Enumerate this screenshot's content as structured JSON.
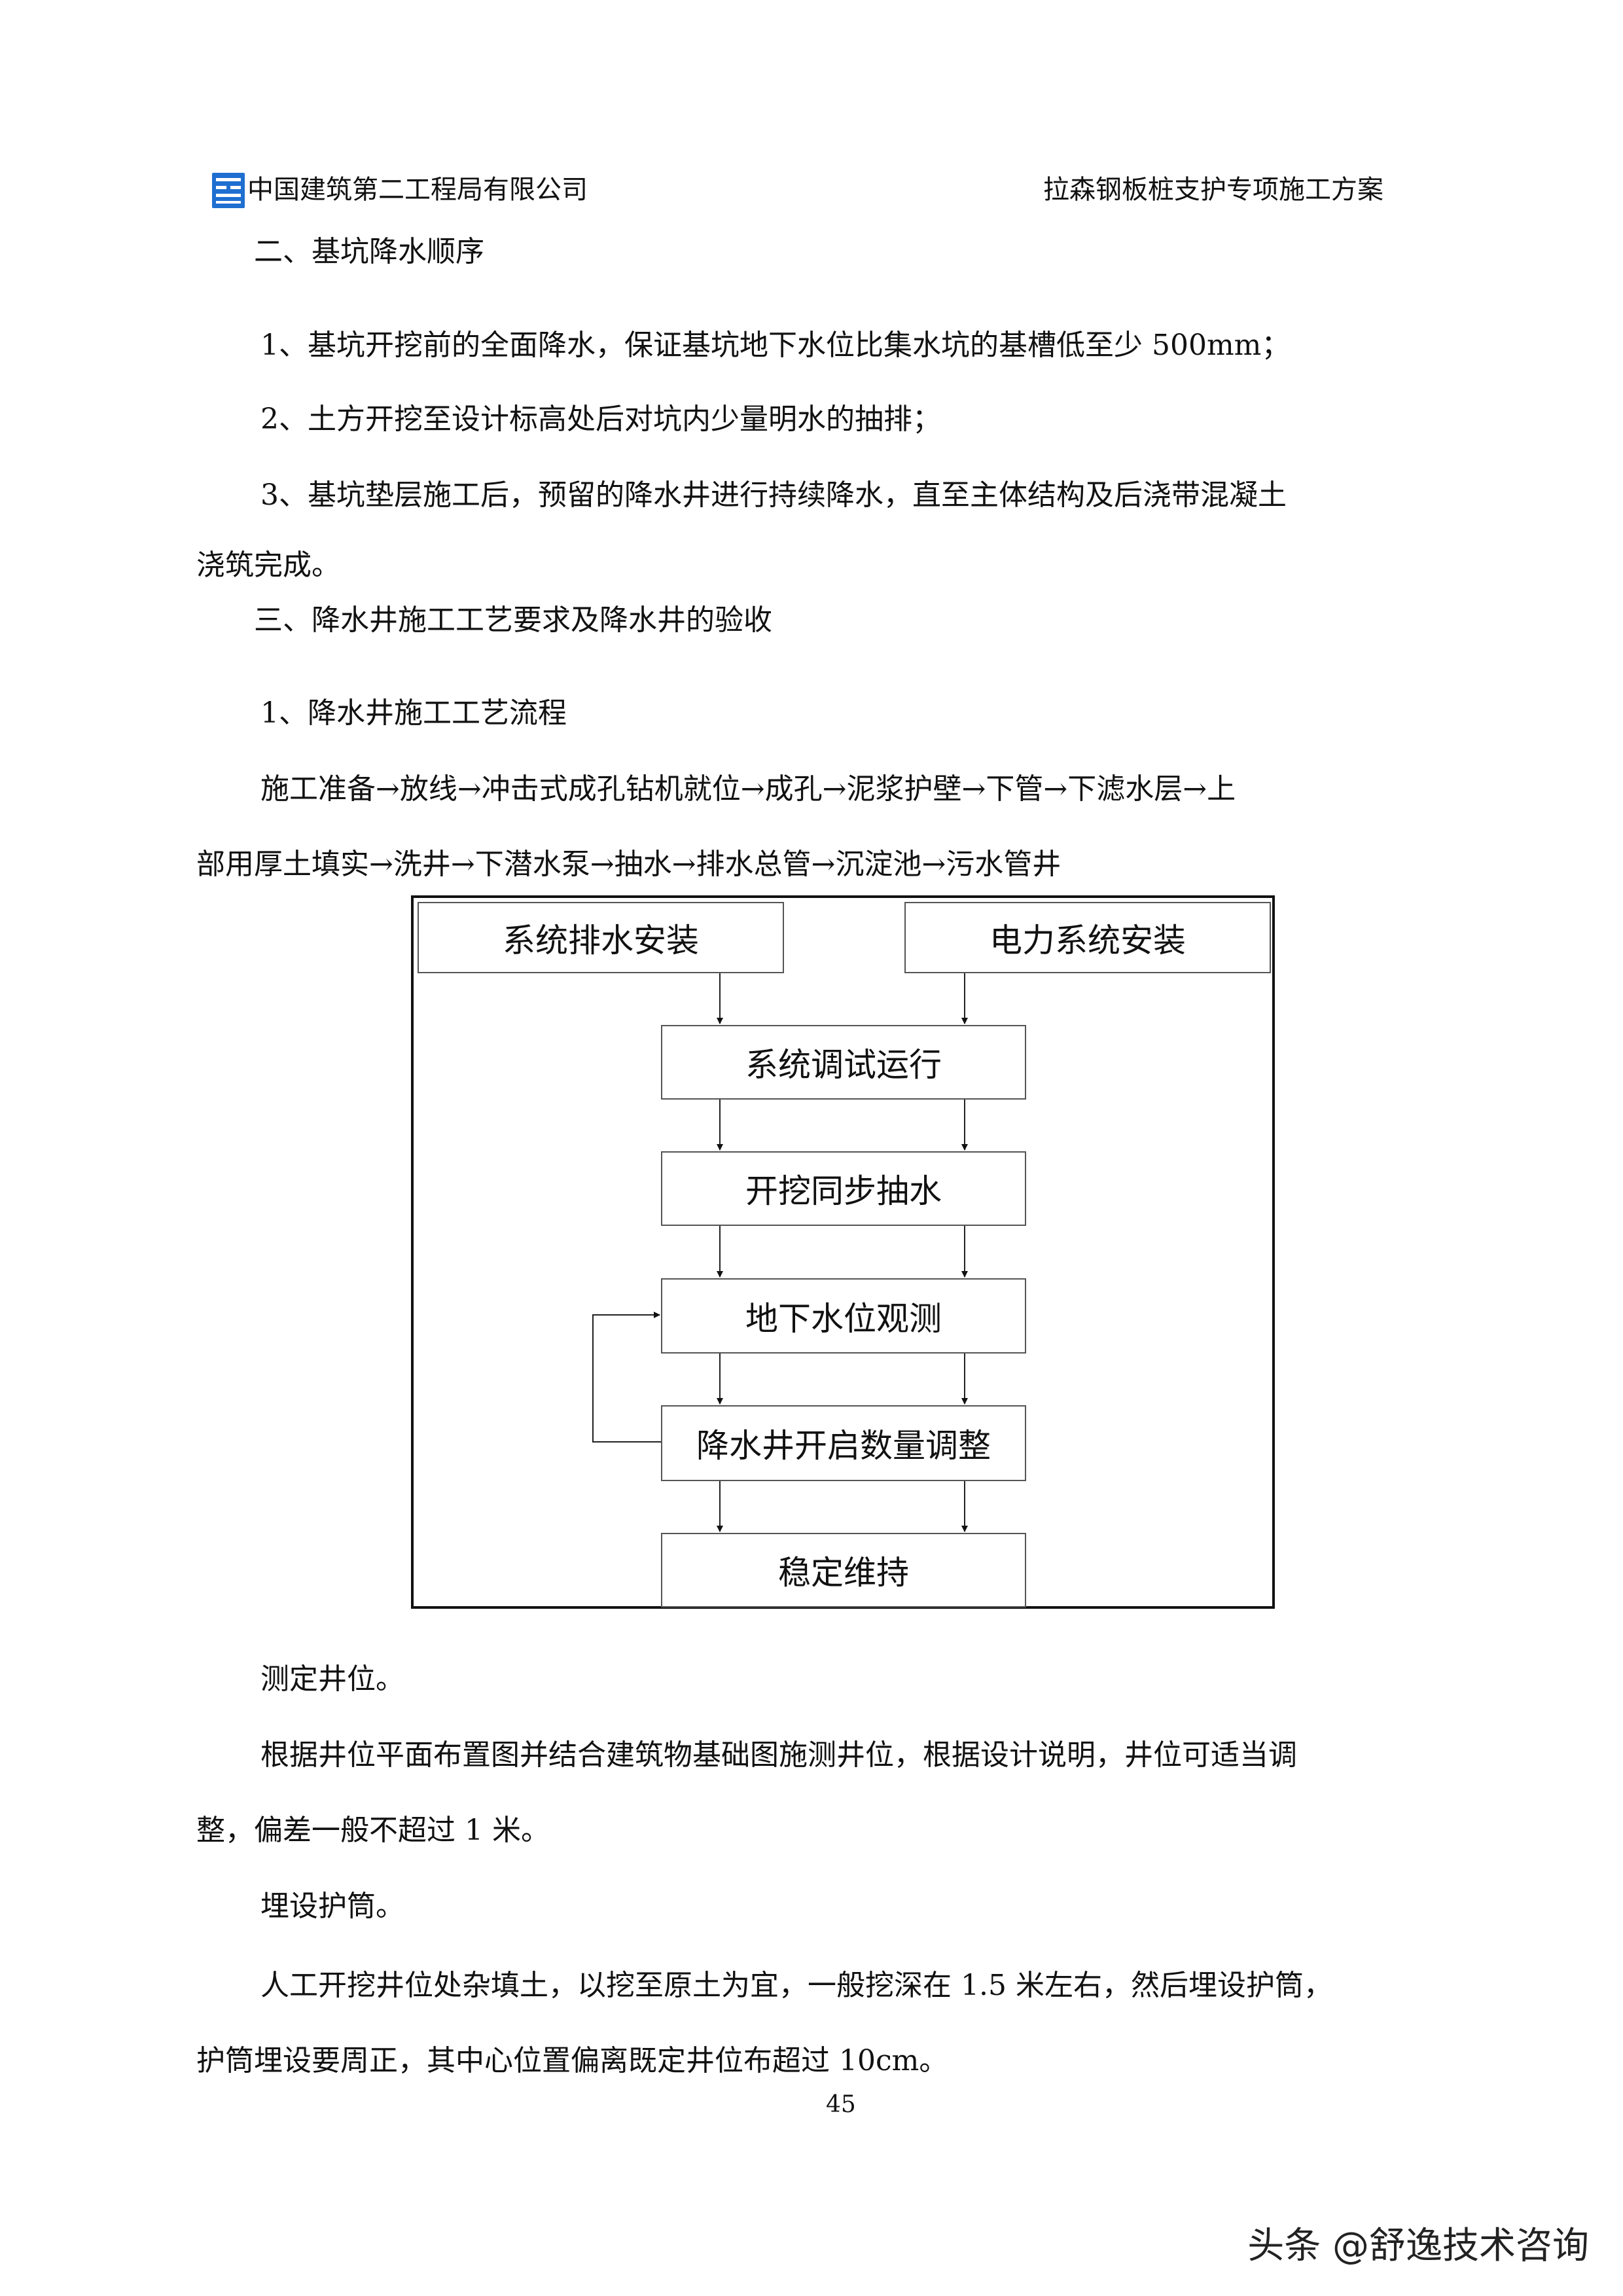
{
  "header": {
    "company": "中国建筑第二工程局有限公司",
    "doc_title": "拉森钢板桩支护专项施工方案",
    "logo_icon": "cscec-logo-icon",
    "logo_color": "#1f6fd1"
  },
  "section2": {
    "heading": "二、基坑降水顺序",
    "item1": "1、基坑开挖前的全面降水，保证基坑地下水位比集水坑的基槽低至少 500mm；",
    "item2": "2、土方开挖至设计标高处后对坑内少量明水的抽排；",
    "item3_line1": "3、基坑垫层施工后，预留的降水井进行持续降水，直至主体结构及后浇带混凝土",
    "item3_line2": "浇筑完成。"
  },
  "section3": {
    "heading": "三、降水井施工工艺要求及降水井的验收",
    "sub1": "1、降水井施工工艺流程",
    "flow_line1": "施工准备→放线→冲击式成孔钻机就位→成孔→泥浆护壁→下管→下滤水层→上",
    "flow_line2": "部用厚土填实→洗井→下潜水泵→抽水→排水总管→沉淀池→污水管井"
  },
  "flowchart": {
    "box_drainage": "系统排水安装",
    "box_power": "电力系统安装",
    "box_test": "系统调试运行",
    "box_excavate": "开挖同步抽水",
    "box_observe": "地下水位观测",
    "box_adjust": "降水井开启数量调整",
    "box_stable": "稳定维持"
  },
  "body": {
    "p1_title": "测定井位。",
    "p1_line1": "根据井位平面布置图并结合建筑物基础图施测井位，根据设计说明，井位可适当调",
    "p1_line2": "整，偏差一般不超过 1 米。",
    "p2_title": "埋设护筒。",
    "p2_line1": "人工开挖井位处杂填土，以挖至原土为宜，一般挖深在 1.5 米左右，然后埋设护筒，",
    "p2_line2": "护筒埋设要周正，其中心位置偏离既定井位布超过 10cm。"
  },
  "page_number": "45",
  "watermark": "头条 @舒逸技术咨询"
}
